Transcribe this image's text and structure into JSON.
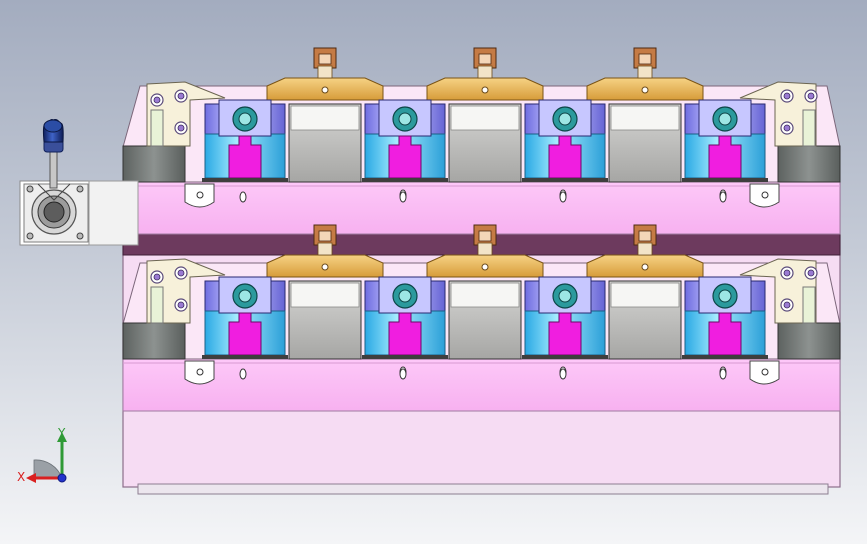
{
  "viewport": {
    "background_top": "#a3acbf",
    "background_bottom": "#f4f5f7"
  },
  "fixture": {
    "rows": 2,
    "stations_per_row": 4,
    "clamps_per_row": 3,
    "colors": {
      "base_plate": "#fbbcf6",
      "base_plate_edge": "#a07aa0",
      "divider": "#6d3a5e",
      "clamp_gold": "#e8b85a",
      "cylinder_blue": "#a8a6f0",
      "cylinder_cyan": "#4fc8ee",
      "jaw_magenta": "#f01ee0",
      "block_gray": "#b8b8b6",
      "side_gray": "#6f7472",
      "bracket_cream": "#f7f1da",
      "bolt_brown": "#c57b45"
    }
  },
  "handle_valve": {
    "icon": "manual-valve-handle-icon",
    "knob_color": "#1e3a8a"
  },
  "triad": {
    "x_label": "X",
    "y_label": "Y",
    "x_color": "#d92020",
    "y_color": "#2f9a36",
    "z_color": "#2233cc"
  }
}
